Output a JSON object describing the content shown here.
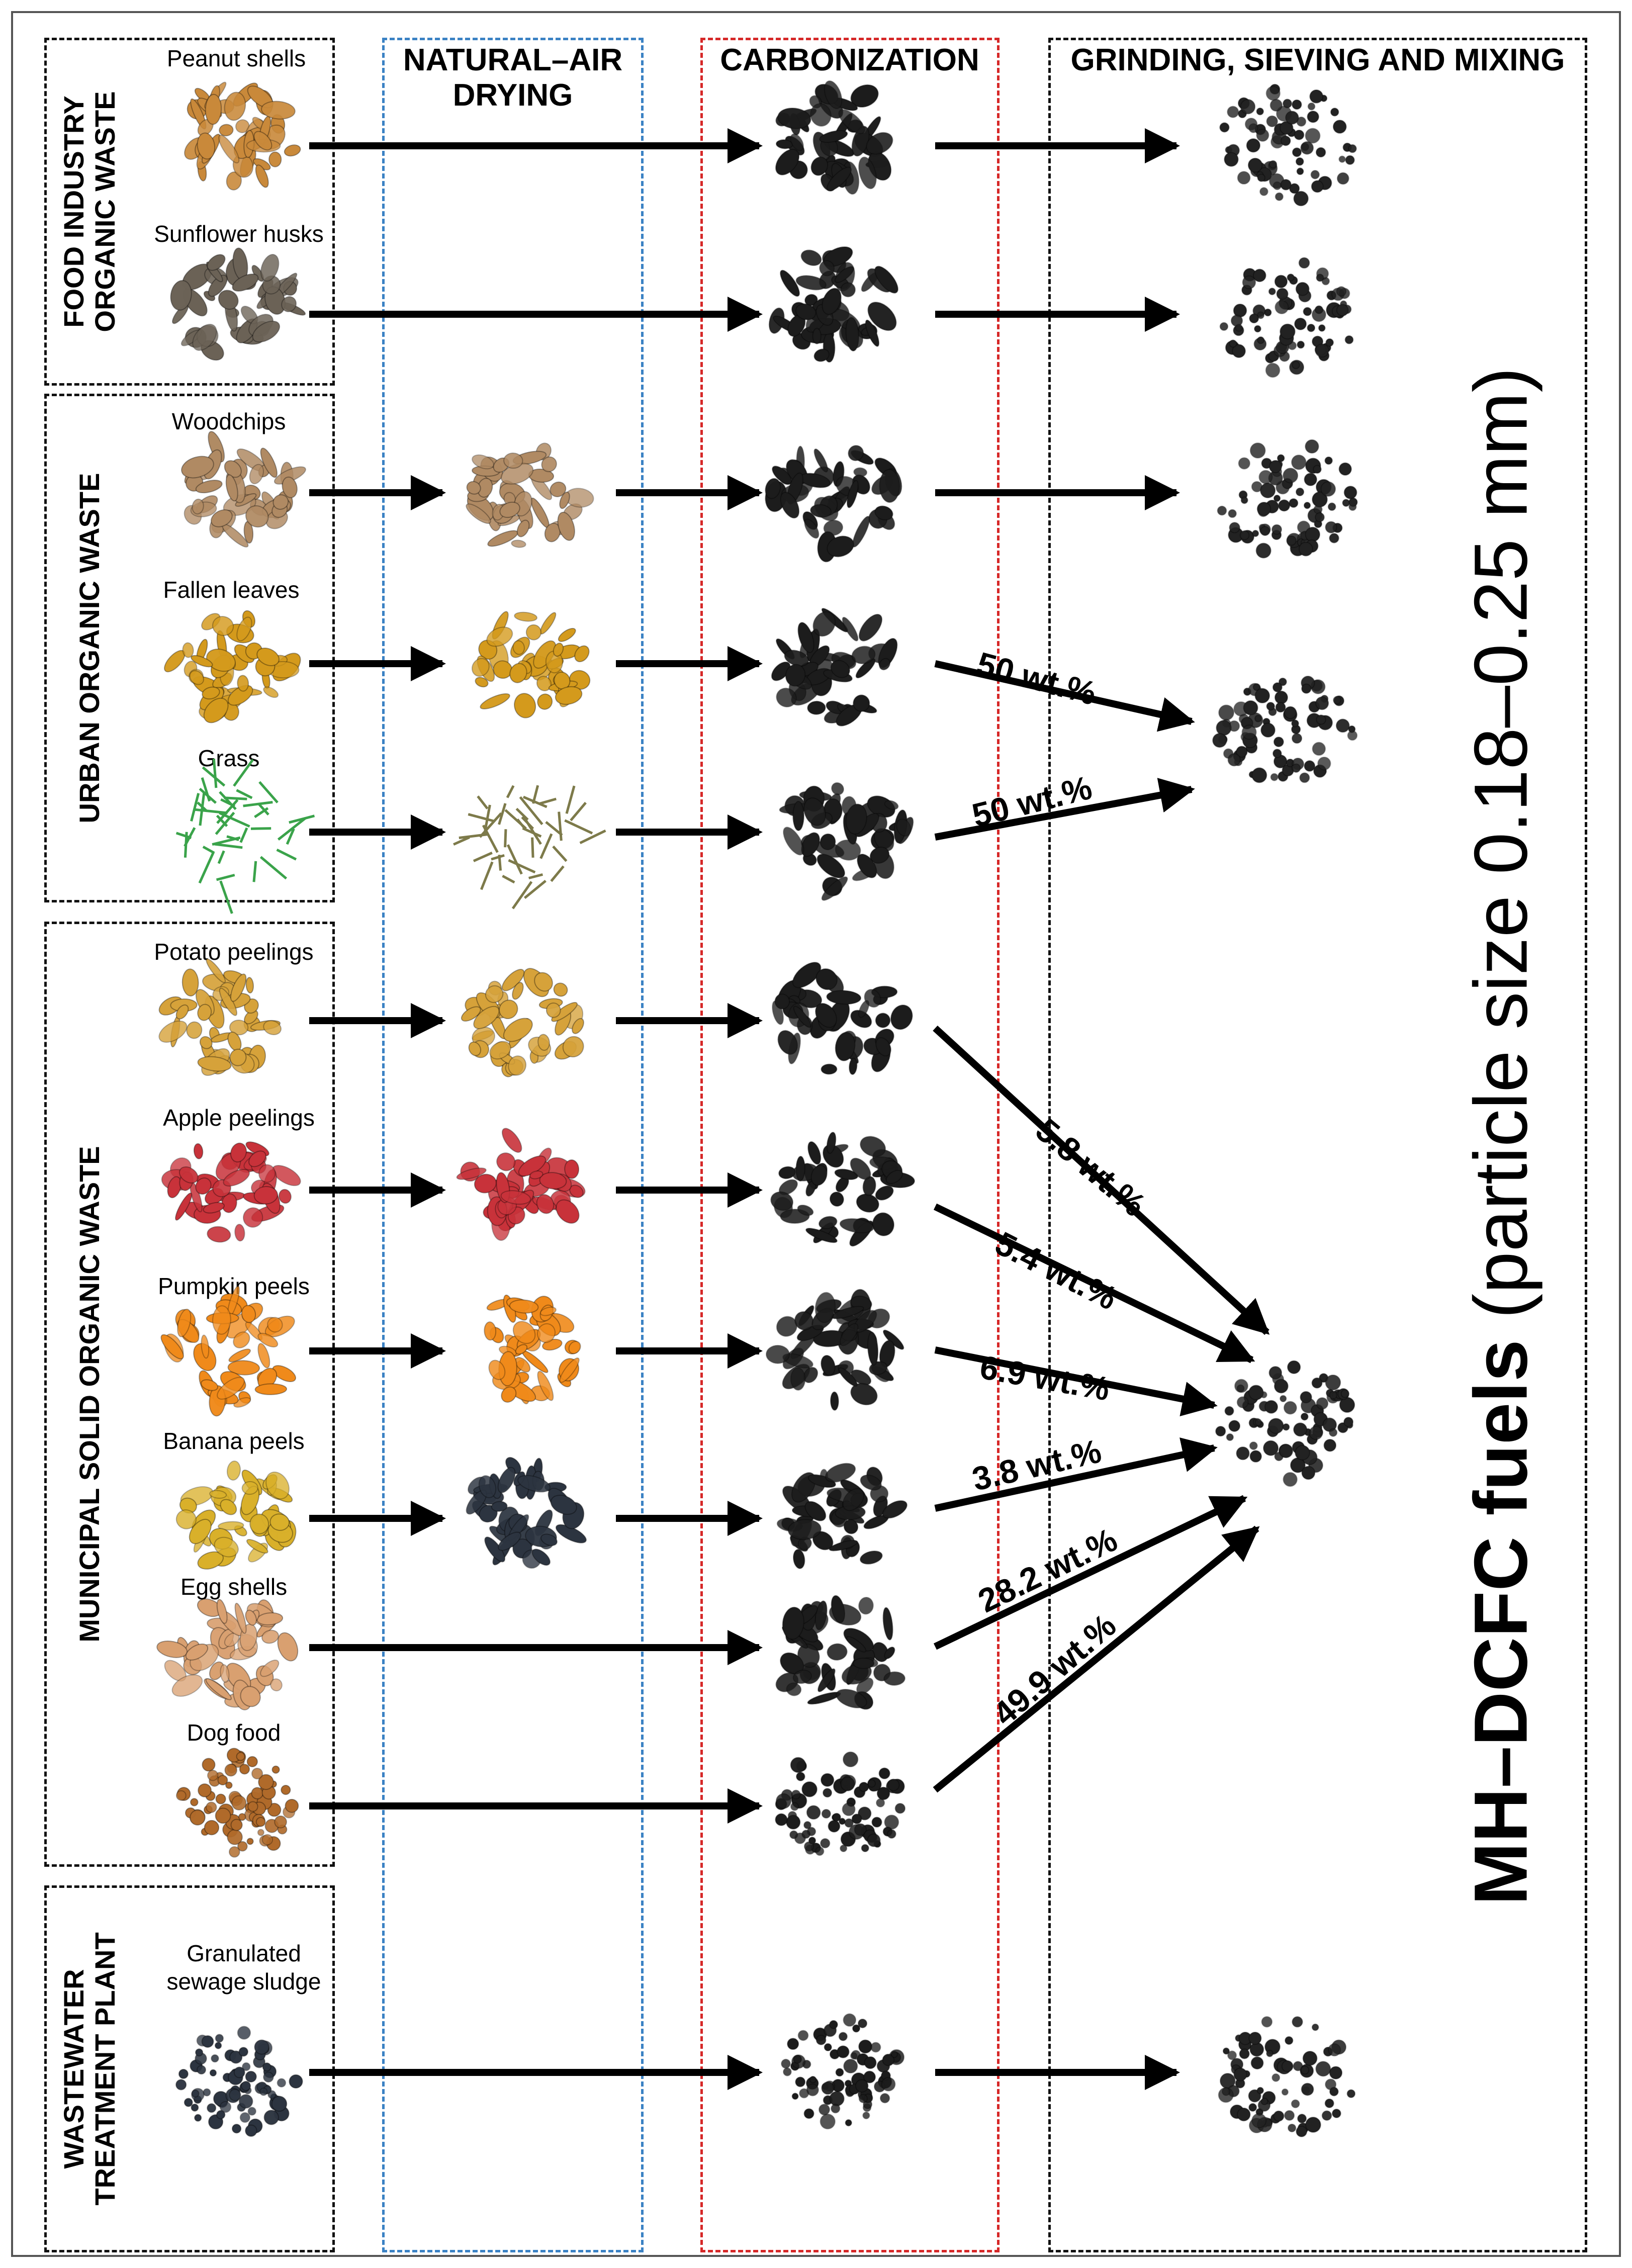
{
  "columns": {
    "drying": "NATURAL–AIR DRYING",
    "carbonization": "CARBONIZATION",
    "grinding": "GRINDING, SIEVING AND MIXING"
  },
  "groups": {
    "food": "FOOD INDUSTRY ORGANIC WASTE",
    "urban": "URBAN ORGANIC WASTE",
    "municipal": "MUNICIPAL SOLID ORGANIC WASTE",
    "wastewater_line1": "WASTEWATER",
    "wastewater_line2": "TREATMENT PLANT"
  },
  "materials": {
    "peanut": "Peanut shells",
    "sunflower": "Sunflower husks",
    "woodchips": "Woodchips",
    "leaves": "Fallen leaves",
    "grass": "Grass",
    "potato": "Potato peelings",
    "apple": "Apple peelings",
    "pumpkin": "Pumpkin peels",
    "banana": "Banana peels",
    "egg": "Egg shells",
    "dog": "Dog food",
    "sludge_line1": "Granulated",
    "sludge_line2": "sewage sludge"
  },
  "percents": {
    "leaves": "50 wt.%",
    "grass": "50 wt.%",
    "potato": "5.8 wt.%",
    "apple": "5.4 wt.%",
    "pumpkin": "6.9 wt.%",
    "banana": "3.8 wt.%",
    "egg": "28.2 wt.%",
    "dog": "49.9 wt.%"
  },
  "fuel_title_bold": "MH–DCFC fuels",
  "fuel_title_normal": " (particle size 0.18–0.25 mm)",
  "colors": {
    "drying_frame": "#3b82c4",
    "carbonization_frame": "#d62828",
    "peanut": "#c9893a",
    "sunflower": "#6b6256",
    "woodchips": "#b08a63",
    "leaves": "#d49a1c",
    "grass": "#3aa34a",
    "dried_grass": "#7d7a4a",
    "potato": "#d6a23a",
    "apple": "#c8323a",
    "pumpkin": "#f08a1a",
    "banana": "#d9b02a",
    "egg": "#d9a070",
    "dog": "#b06a2a",
    "sludge": "#2c3440",
    "char": "#1c1c1c"
  }
}
